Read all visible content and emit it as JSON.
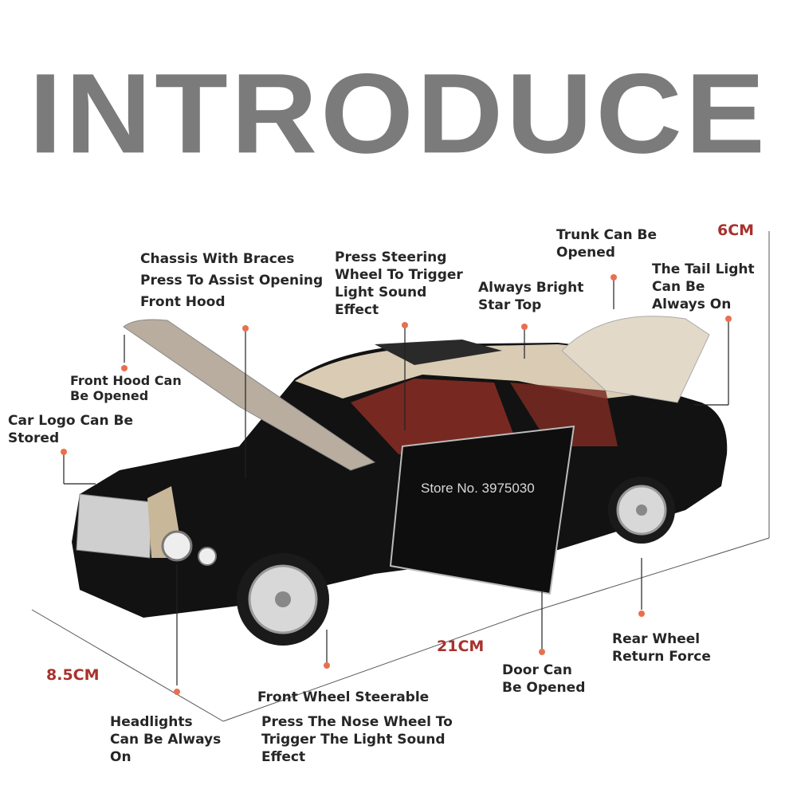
{
  "title": "INTRODUCE",
  "watermark": "Store No. 3975030",
  "dimensions": {
    "height": "6CM",
    "width": "8.5CM",
    "length": "21CM"
  },
  "features": {
    "chassis": "Chassis With Braces\nPress To Assist Opening\nFront Hood",
    "steering": "Press Steering\nWheel To Trigger\nLight Sound\nEffect",
    "trunk": "Trunk Can Be\nOpened",
    "star_top": "Always Bright\nStar Top",
    "tail_light": "The Tail Light\nCan Be\nAlways On",
    "front_hood": "Front Hood Can\nBe Opened",
    "car_logo": "Car Logo Can Be\nStored",
    "rear_wheel": "Rear Wheel\nReturn Force",
    "door": "Door Can\nBe Opened",
    "front_wheel": "Front Wheel Steerable",
    "nose_wheel": "Press The Nose Wheel To\nTrigger The Light Sound\nEffect",
    "headlights": "Headlights\nCan Be Always\nOn"
  },
  "colors": {
    "title": "#7b7b7b",
    "dimension": "#a8322d",
    "dot": "#e8704f",
    "body": "#111111",
    "roof": "#d9cbb4",
    "interior": "#8a2e25"
  }
}
